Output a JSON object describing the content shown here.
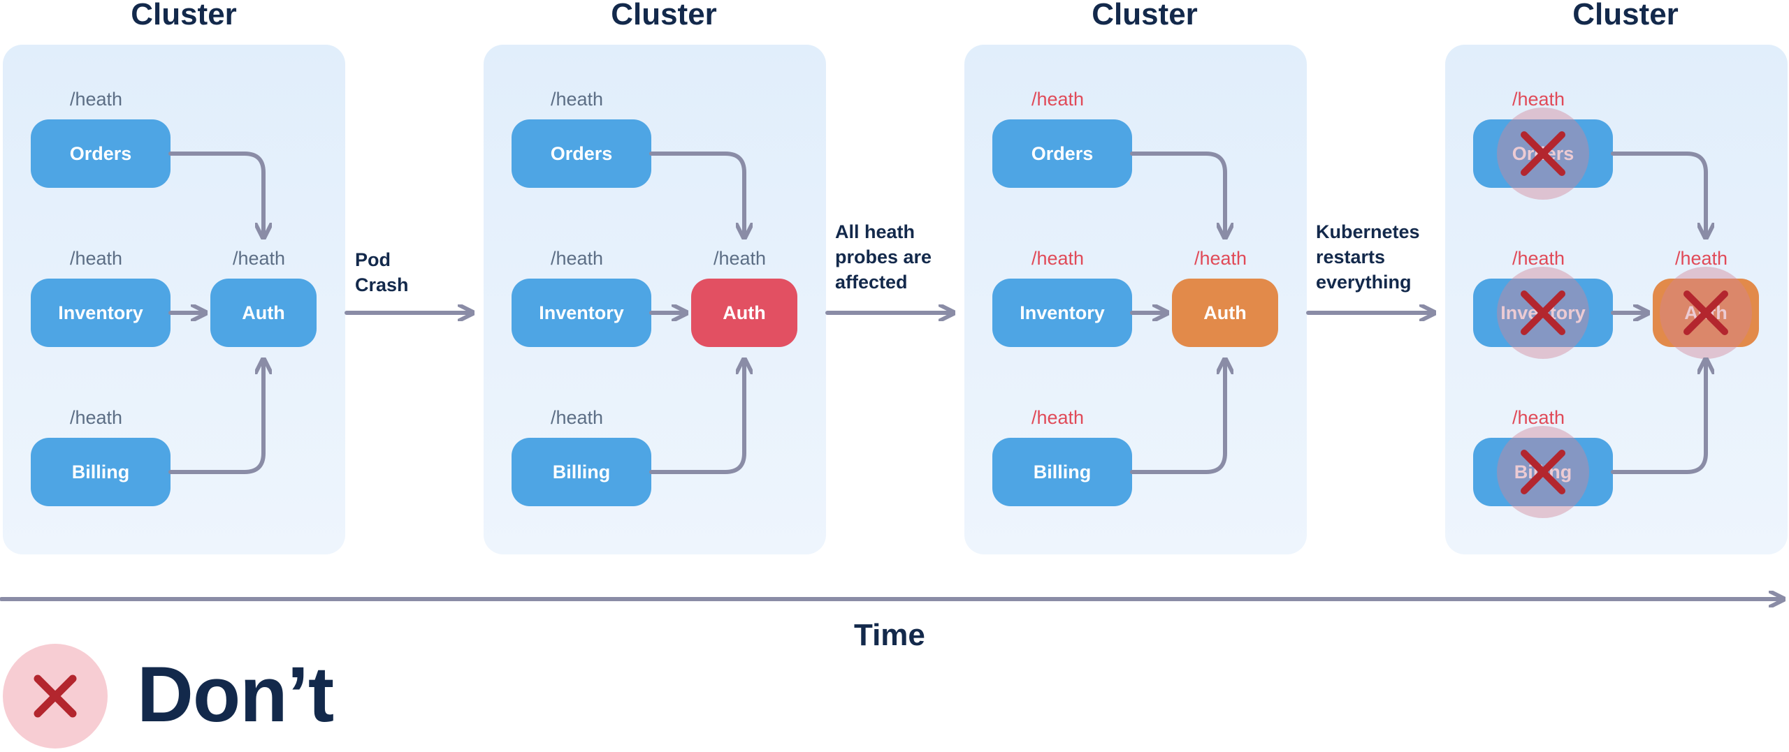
{
  "cluster_title": "Cluster",
  "probe_label": "/heath",
  "services": {
    "orders": "Orders",
    "inventory": "Inventory",
    "billing": "Billing",
    "auth": "Auth"
  },
  "transitions": [
    {
      "lines": [
        "Pod",
        "Crash"
      ]
    },
    {
      "lines": [
        "All heath",
        "probes are",
        "affected"
      ]
    },
    {
      "lines": [
        "Kubernetes",
        "restarts",
        "everything"
      ]
    }
  ],
  "time_label": "Time",
  "verdict": "Don’t",
  "colors": {
    "service": "#4ea5e4",
    "auth_failed": "#e25062",
    "auth_degraded": "#e28a4a",
    "probe_normal": "#5c6e85",
    "probe_alert": "#e04a58",
    "arrow": "#8a8ca6",
    "cross": "#b3262e"
  },
  "stages": [
    {
      "auth_state": "healthy",
      "probe_state": "normal",
      "restarted": false
    },
    {
      "auth_state": "failed",
      "probe_state": "normal",
      "restarted": false
    },
    {
      "auth_state": "degraded",
      "probe_state": "alert",
      "restarted": false
    },
    {
      "auth_state": "degraded",
      "probe_state": "alert",
      "restarted": true
    }
  ]
}
